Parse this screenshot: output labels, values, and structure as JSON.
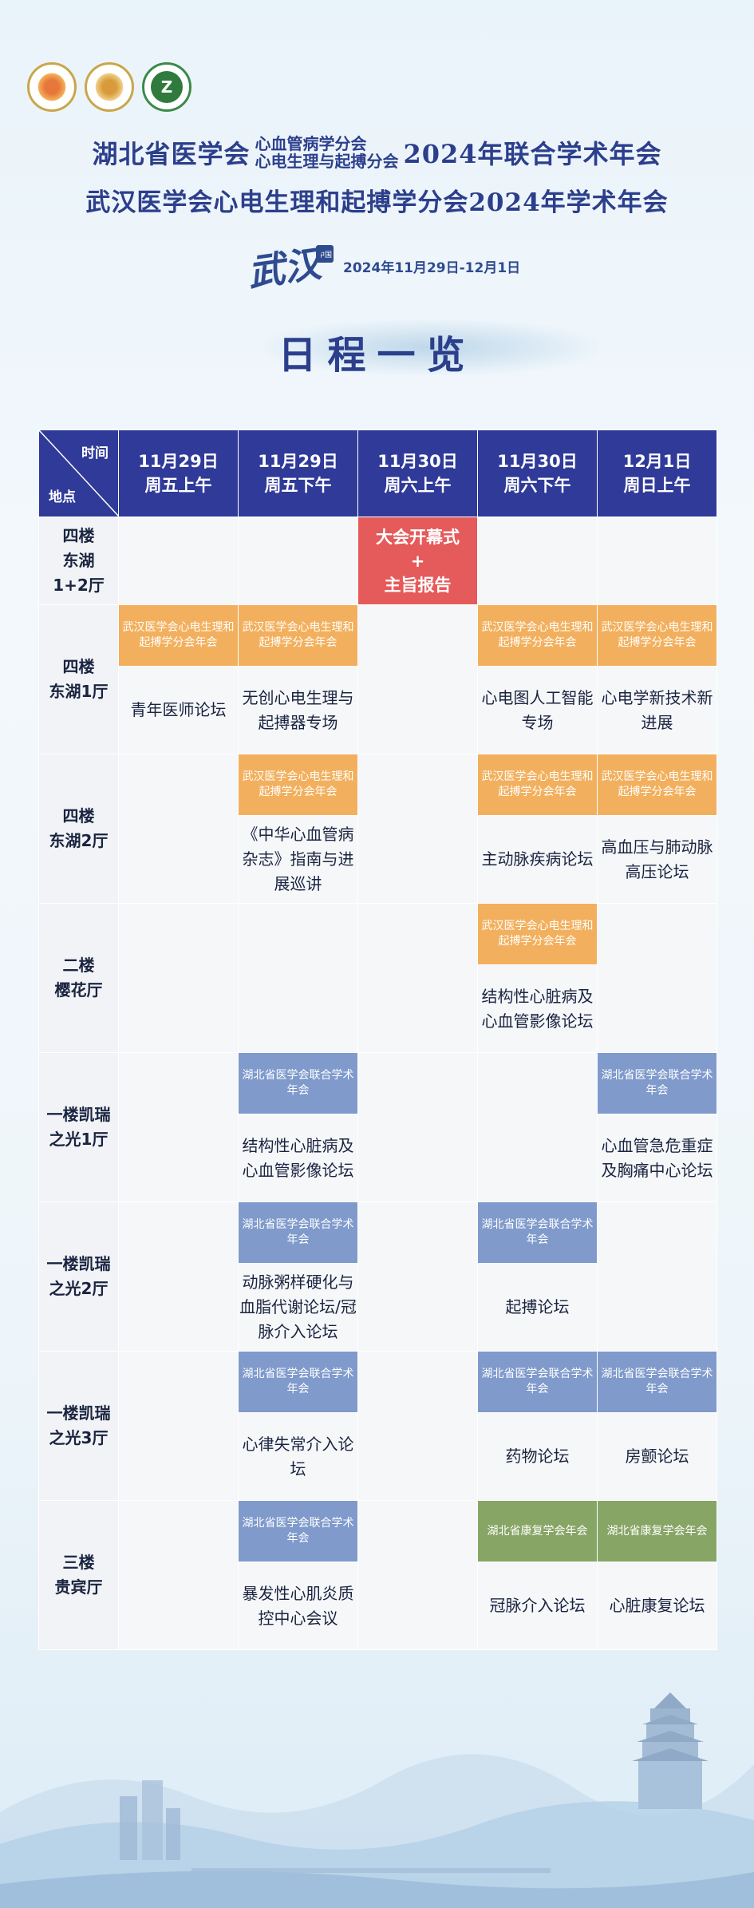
{
  "header": {
    "logos": [
      {
        "icon": "society-emblem-icon",
        "color": "#e6763a"
      },
      {
        "icon": "association-emblem-icon",
        "color": "#d89a3a"
      },
      {
        "icon": "hospital-emblem-icon",
        "color": "#2f7a3c",
        "text": "Z"
      }
    ],
    "title_line1_left": "湖北省医学会",
    "title_line1_stack_top": "心血管病学分会",
    "title_line1_stack_bottom": "心电生理与起搏分会",
    "title_line1_right": "2024年联合学术年会",
    "title_line2": "武汉医学会心电生理和起搏学分会2024年学术年会",
    "city_mark": "武汉",
    "seal_text": "中国",
    "dates": "2024年11月29日-12月1日",
    "schedule_title": "日程一览"
  },
  "table": {
    "corner_time": "时间",
    "corner_location": "地点",
    "columns": [
      {
        "date": "11月29日",
        "period": "周五上午"
      },
      {
        "date": "11月29日",
        "period": "周五下午"
      },
      {
        "date": "11月30日",
        "period": "周六上午"
      },
      {
        "date": "11月30日",
        "period": "周六下午"
      },
      {
        "date": "12月1日",
        "period": "周日上午"
      }
    ],
    "opening": {
      "line1": "大会开幕式",
      "line2": "+",
      "line3": "主旨报告"
    },
    "tags": {
      "wuhan": "武汉医学会心电生理和起搏学分会年会",
      "hubei": "湖北省医学会联合学术年会",
      "rehab": "湖北省康复学会年会"
    },
    "rooms": [
      {
        "line1": "四楼",
        "line2": "东湖",
        "line3": "1+2厅"
      },
      {
        "line1": "四楼",
        "line2": "东湖1厅"
      },
      {
        "line1": "四楼",
        "line2": "东湖2厅"
      },
      {
        "line1": "二楼",
        "line2": "樱花厅"
      },
      {
        "line1": "一楼凯瑞",
        "line2": "之光1厅"
      },
      {
        "line1": "一楼凯瑞",
        "line2": "之光2厅"
      },
      {
        "line1": "一楼凯瑞",
        "line2": "之光3厅"
      },
      {
        "line1": "三楼",
        "line2": "贵宾厅"
      }
    ],
    "sessions": {
      "r1_c1": "青年医师论坛",
      "r1_c2": "无创心电生理与起搏器专场",
      "r1_c4": "心电图人工智能专场",
      "r1_c5": "心电学新技术新进展",
      "r2_c2": "《中华心血管病杂志》指南与进展巡讲",
      "r2_c4": "主动脉疾病论坛",
      "r2_c5": "高血压与肺动脉高压论坛",
      "r3_c4": "结构性心脏病及心血管影像论坛",
      "r4_c2": "结构性心脏病及心血管影像论坛",
      "r4_c5": "心血管急危重症及胸痛中心论坛",
      "r5_c2": "动脉粥样硬化与血脂代谢论坛/冠脉介入论坛",
      "r5_c4": "起搏论坛",
      "r6_c2": "心律失常介入论坛",
      "r6_c4": "药物论坛",
      "r6_c5": "房颤论坛",
      "r7_c2": "暴发性心肌炎质控中心会议",
      "r7_c4": "冠脉介入论坛",
      "r7_c5": "心脏康复论坛"
    }
  }
}
